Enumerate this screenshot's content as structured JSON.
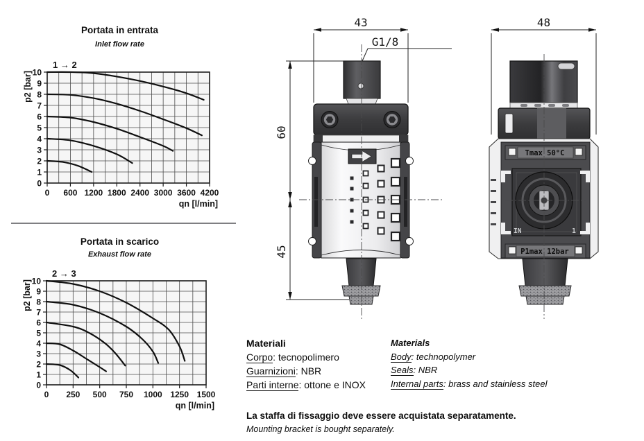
{
  "chart_data": [
    {
      "type": "line",
      "title": "Portata in entrata",
      "subtitle": "Inlet flow rate",
      "annotation": "1 → 2",
      "xlabel": "qn [l/min]",
      "ylabel": "p2 [bar]",
      "xlim": [
        0,
        4200
      ],
      "ylim": [
        0,
        10
      ],
      "xticks": [
        0,
        600,
        1200,
        1800,
        2400,
        3000,
        3600,
        4200
      ],
      "yticks": [
        0,
        1,
        2,
        3,
        4,
        5,
        6,
        7,
        8,
        9,
        10
      ],
      "x_minor_step": 300,
      "y_minor_step": 1,
      "grid": true,
      "legend": "none",
      "series": [
        {
          "points": [
            [
              0,
              10
            ],
            [
              600,
              10
            ],
            [
              1200,
              9.9
            ],
            [
              1800,
              9.6
            ],
            [
              2400,
              9.2
            ],
            [
              3000,
              8.7
            ],
            [
              3600,
              8.1
            ],
            [
              4050,
              7.5
            ]
          ]
        },
        {
          "points": [
            [
              0,
              8
            ],
            [
              600,
              7.95
            ],
            [
              1200,
              7.65
            ],
            [
              1800,
              7.15
            ],
            [
              2400,
              6.5
            ],
            [
              3000,
              5.75
            ],
            [
              3600,
              4.95
            ],
            [
              4000,
              4.3
            ]
          ]
        },
        {
          "points": [
            [
              0,
              6
            ],
            [
              600,
              5.9
            ],
            [
              1200,
              5.5
            ],
            [
              1800,
              4.9
            ],
            [
              2400,
              4.15
            ],
            [
              3000,
              3.35
            ],
            [
              3250,
              2.9
            ]
          ]
        },
        {
          "points": [
            [
              0,
              4
            ],
            [
              600,
              3.85
            ],
            [
              1200,
              3.35
            ],
            [
              1800,
              2.6
            ],
            [
              2200,
              1.8
            ]
          ]
        },
        {
          "points": [
            [
              0,
              2
            ],
            [
              400,
              1.9
            ],
            [
              800,
              1.55
            ],
            [
              1150,
              1.0
            ]
          ]
        }
      ]
    },
    {
      "type": "line",
      "title": "Portata in scarico",
      "subtitle": "Exhaust flow rate",
      "annotation": "2 → 3",
      "xlabel": "qn [l/min]",
      "ylabel": "p2 [bar]",
      "xlim": [
        0,
        1500
      ],
      "ylim": [
        0,
        10
      ],
      "xticks": [
        0,
        250,
        500,
        750,
        1000,
        1250,
        1500
      ],
      "yticks": [
        0,
        1,
        2,
        3,
        4,
        5,
        6,
        7,
        8,
        9,
        10
      ],
      "x_minor_step": 125,
      "y_minor_step": 1,
      "grid": true,
      "legend": "none",
      "series": [
        {
          "points": [
            [
              0,
              10
            ],
            [
              250,
              9.7
            ],
            [
              500,
              9.0
            ],
            [
              750,
              7.9
            ],
            [
              1000,
              6.4
            ],
            [
              1150,
              5.3
            ],
            [
              1250,
              3.7
            ],
            [
              1300,
              2.3
            ]
          ]
        },
        {
          "points": [
            [
              0,
              8
            ],
            [
              250,
              7.7
            ],
            [
              500,
              6.9
            ],
            [
              750,
              5.6
            ],
            [
              900,
              4.4
            ],
            [
              1000,
              3.2
            ],
            [
              1050,
              2.1
            ]
          ]
        },
        {
          "points": [
            [
              0,
              6
            ],
            [
              250,
              5.6
            ],
            [
              400,
              5.0
            ],
            [
              550,
              4.0
            ],
            [
              650,
              3.0
            ],
            [
              740,
              1.85
            ]
          ]
        },
        {
          "points": [
            [
              0,
              4
            ],
            [
              125,
              3.9
            ],
            [
              250,
              3.3
            ],
            [
              375,
              2.5
            ],
            [
              500,
              1.7
            ],
            [
              560,
              1.3
            ]
          ]
        },
        {
          "points": [
            [
              0,
              2
            ],
            [
              125,
              1.9
            ],
            [
              225,
              1.4
            ],
            [
              300,
              0.7
            ]
          ]
        }
      ]
    }
  ],
  "drawings": {
    "front_view": {
      "width_dim": "43",
      "port_label": "G1/8",
      "upper_height_dim": "60",
      "lower_height_dim": "45"
    },
    "side_view": {
      "width_dim": "48",
      "tmax_label": "Tmax 50°C",
      "in_label": "IN",
      "out_label": "1",
      "pmax_label": "P1max 12bar"
    }
  },
  "materials_it": {
    "title": "Materiali",
    "items": [
      {
        "term": "Corpo",
        "value": ": tecnopolimero"
      },
      {
        "term": "Guarnizioni",
        "value": ": NBR"
      },
      {
        "term": "Parti interne",
        "value": ": ottone e INOX"
      }
    ]
  },
  "materials_en": {
    "title": "Materials",
    "items": [
      {
        "term": "Body",
        "value": ": technopolymer"
      },
      {
        "term": "Seals",
        "value": ": NBR"
      },
      {
        "term": "Internal parts",
        "value": ": brass and stainless steel"
      }
    ]
  },
  "notes": {
    "it": "La staffa di fissaggio deve essere acquistata separatamente.",
    "en": "Mounting bracket is bought separately."
  },
  "colors": {
    "curve": "#101010",
    "grid": "#4b4b4b",
    "dark_part": "#3c3c3e",
    "mid_part": "#6d6d70",
    "light_body": "#ececee",
    "divider": "#7f7f82"
  }
}
